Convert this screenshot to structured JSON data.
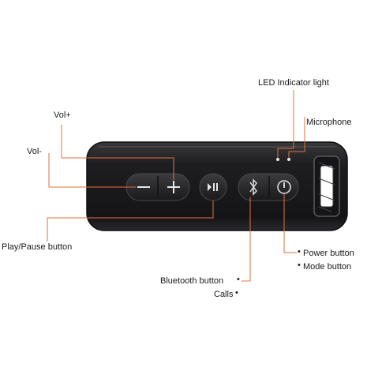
{
  "labels": {
    "led": "LED Indicator light",
    "microphone": "Microphone",
    "vol_plus": "Vol+",
    "vol_minus": "Vol-",
    "play_pause": "Play/Pause button",
    "bluetooth": "Bluetooth button",
    "calls": "Calls",
    "power": "Power button",
    "mode": "Mode button"
  },
  "icons": {
    "minus": "minus-icon",
    "plus": "plus-icon",
    "play_pause": "play-pause-icon",
    "bluetooth": "bluetooth-icon",
    "power": "power-icon"
  },
  "colors": {
    "callout_line": "#e0703a",
    "device_body": "#1c1c1e",
    "button": "#2a2a2c",
    "background": "#ffffff"
  }
}
